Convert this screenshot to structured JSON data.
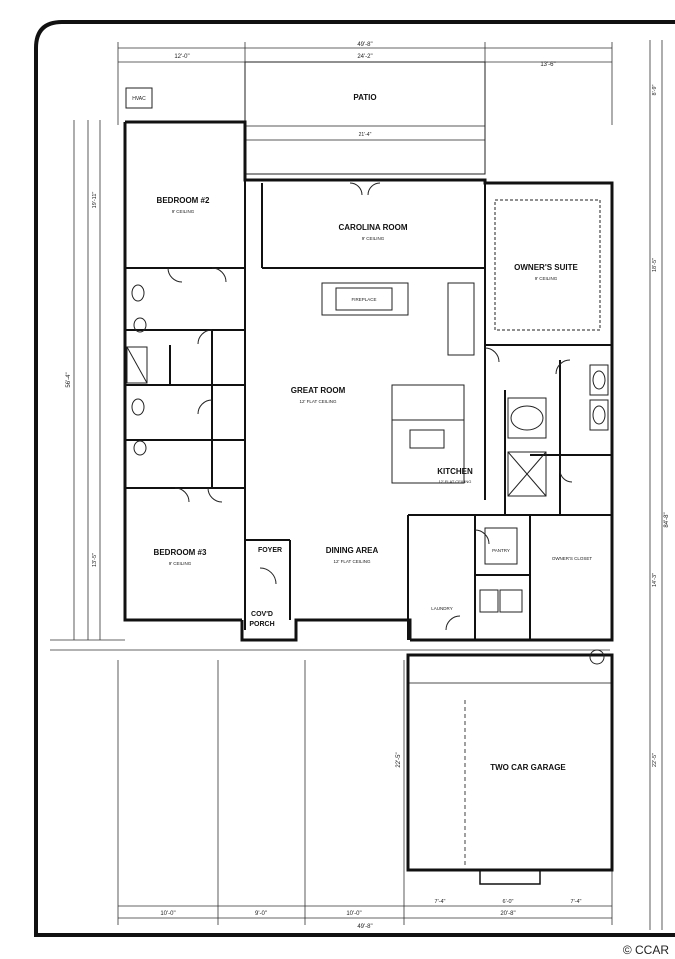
{
  "rooms": {
    "patio": {
      "label": "PATIO"
    },
    "bedroom2": {
      "label": "BEDROOM #2",
      "sub": "9' CEILING"
    },
    "carolina": {
      "label": "CAROLINA ROOM",
      "sub": "9' CEILING"
    },
    "owners": {
      "label": "OWNER'S SUITE",
      "sub": "9' CEILING"
    },
    "fireplace": {
      "label": "FIREPLACE"
    },
    "great": {
      "label": "GREAT ROOM",
      "sub": "12' FLAT CEILING"
    },
    "kitchen": {
      "label": "KITCHEN",
      "sub": "12' FLAT CEILING"
    },
    "bedroom3": {
      "label": "BEDROOM #3",
      "sub": "9' CEILING"
    },
    "foyer": {
      "label": "FOYER"
    },
    "dining": {
      "label": "DINING AREA",
      "sub": "12' FLAT CEILING"
    },
    "porch1": {
      "label": "COV'D"
    },
    "porch2": {
      "label": "PORCH"
    },
    "pantry": {
      "label": "PANTRY"
    },
    "laundry": {
      "label": "LAUNDRY"
    },
    "closet": {
      "label": "OWNER'S CLOSET"
    },
    "garage": {
      "label": "TWO CAR GARAGE"
    },
    "hvac": {
      "label": "HVAC"
    }
  },
  "dimensions": {
    "top_total": "49'-8\"",
    "top_left": "12'-0\"",
    "top_mid": "24'-2\"",
    "top_right": "13'-6\"",
    "patio_width": "21'-4\"",
    "bottom_total": "49'-8\"",
    "bottom_a": "10'-0\"",
    "bottom_b": "9'-0\"",
    "bottom_c": "10'-0\"",
    "bottom_d": "20'-8\"",
    "bottom_e": "7'-4\"",
    "bottom_f": "6'-0\"",
    "bottom_g": "7'-4\"",
    "right_total": "84'-8\"",
    "right_a": "8'-9\"",
    "right_b": "18'-5\"",
    "right_c": "14'-3\"",
    "right_d": "22'-5\"",
    "left_total": "56'-4\"",
    "left_a": "19'-11\"",
    "left_b": "13'-5\"",
    "garage_depth": "22'-5\""
  },
  "watermark": "© CCAR"
}
